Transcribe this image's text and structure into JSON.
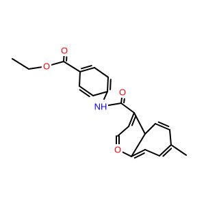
{
  "colors": {
    "background": "#ffffff",
    "bond": "#000000",
    "oxygen": "#ff0000",
    "nitrogen": "#0000ff"
  },
  "atoms": {
    "ester_o_single": "O",
    "ester_o_double": "O",
    "amide_o": "O",
    "amide_nh": "NH",
    "ring_o": "O"
  }
}
